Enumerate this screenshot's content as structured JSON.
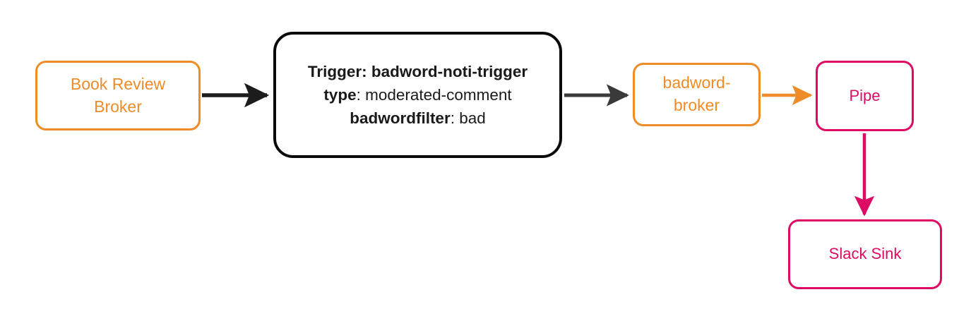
{
  "diagram": {
    "type": "flow-diagram",
    "background": "#ffffff",
    "colors": {
      "source_orange": "#ee8c28",
      "trigger_black": "#0a0a0a",
      "pipe_crimson": "#dd0b64",
      "arrow_dark": "#2b2b2b",
      "arrow_orange": "#ee8c28",
      "arrow_crimson": "#dd0b64"
    },
    "nodes": {
      "book_review_broker": {
        "label": "Book Review\nBroker",
        "style": "orange-rounded"
      },
      "trigger": {
        "line1": "Trigger: badword-noti-trigger",
        "line2_key": "type",
        "line2_sep": ": ",
        "line2_value": "moderated-comment",
        "line3_key": "badwordfilter",
        "line3_sep": ": ",
        "line3_value": "bad",
        "style": "black-rounded"
      },
      "badword_broker": {
        "label": "badword-\nbroker",
        "style": "orange-rounded"
      },
      "pipe": {
        "label": "Pipe",
        "style": "crimson-rounded"
      },
      "slack_sink": {
        "label": "Slack Sink",
        "style": "crimson-rounded"
      }
    },
    "edges": [
      {
        "id": "edge-1",
        "from": "book_review_broker",
        "to": "trigger",
        "color": "#1c1c1c",
        "direction": "right",
        "label": ""
      },
      {
        "id": "edge-2",
        "from": "trigger",
        "to": "badword_broker",
        "color": "#3a3a3a",
        "direction": "right",
        "label": ""
      },
      {
        "id": "edge-3",
        "from": "badword_broker",
        "to": "pipe",
        "color": "#ee8c28",
        "direction": "right",
        "label": ""
      },
      {
        "id": "edge-4",
        "from": "pipe",
        "to": "slack_sink",
        "color": "#dd0b64",
        "direction": "down",
        "label": ""
      }
    ]
  }
}
